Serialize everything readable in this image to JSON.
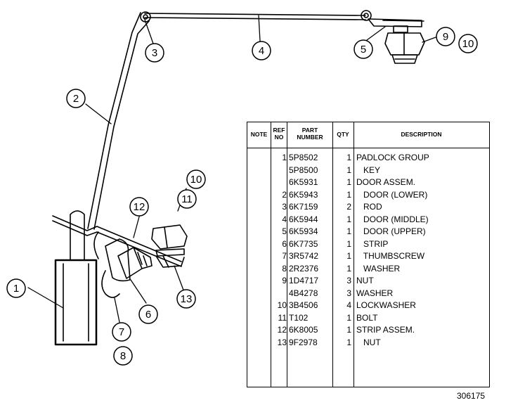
{
  "callouts": [
    "1",
    "2",
    "3",
    "4",
    "5",
    "6",
    "7",
    "8",
    "9",
    "10",
    "10",
    "11",
    "12",
    "13"
  ],
  "table": {
    "headers": {
      "note": "NOTE",
      "ref": "REF NO",
      "part": "PART NUMBER",
      "qty": "QTY",
      "desc": "DESCRIPTION"
    },
    "rows": [
      {
        "ref": "1",
        "part": "5P8502",
        "qty": "1",
        "desc": "PADLOCK GROUP"
      },
      {
        "ref": "",
        "part": "5P8500",
        "qty": "1",
        "desc": "   KEY"
      },
      {
        "ref": "",
        "part": "6K5931",
        "qty": "1",
        "desc": "DOOR ASSEM."
      },
      {
        "ref": "2",
        "part": "6K5943",
        "qty": "1",
        "desc": "   DOOR (LOWER)"
      },
      {
        "ref": "3",
        "part": "6K7159",
        "qty": "2",
        "desc": "   ROD"
      },
      {
        "ref": "4",
        "part": "6K5944",
        "qty": "1",
        "desc": "   DOOR (MIDDLE)"
      },
      {
        "ref": "5",
        "part": "6K5934",
        "qty": "1",
        "desc": "   DOOR (UPPER)"
      },
      {
        "ref": "6",
        "part": "6K7735",
        "qty": "1",
        "desc": "   STRIP"
      },
      {
        "ref": "7",
        "part": "3R5742",
        "qty": "1",
        "desc": "   THUMBSCREW"
      },
      {
        "ref": "8",
        "part": "2R2376",
        "qty": "1",
        "desc": "   WASHER"
      },
      {
        "ref": "9",
        "part": "1D4717",
        "qty": "3",
        "desc": "NUT"
      },
      {
        "ref": "",
        "part": "4B4278",
        "qty": "3",
        "desc": "WASHER"
      },
      {
        "ref": "10",
        "part": "3B4506",
        "qty": "4",
        "desc": "LOCKWASHER"
      },
      {
        "ref": "11",
        "part": "T102",
        "qty": "1",
        "desc": "BOLT"
      },
      {
        "ref": "12",
        "part": "6K8005",
        "qty": "1",
        "desc": "STRIP ASSEM."
      },
      {
        "ref": "13",
        "part": "9F2978",
        "qty": "1",
        "desc": "   NUT"
      }
    ]
  },
  "drawing_number": "306175"
}
